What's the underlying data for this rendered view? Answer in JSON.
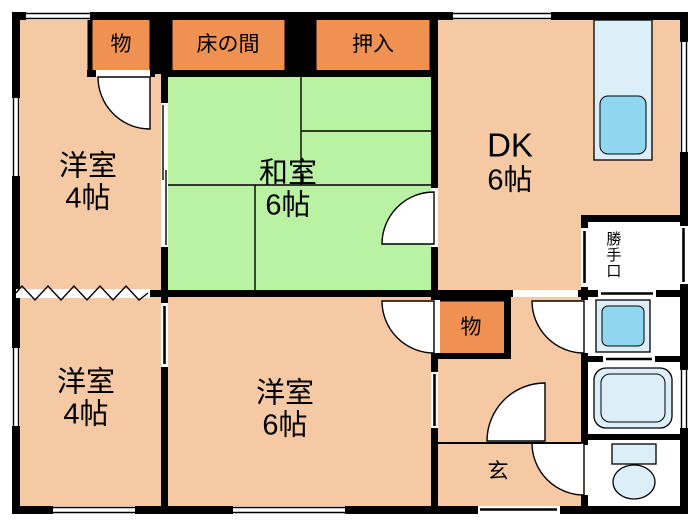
{
  "rooms": {
    "western_top": {
      "name": "洋室",
      "size": "4帖"
    },
    "japanese": {
      "name": "和室",
      "size": "6帖"
    },
    "dk": {
      "name": "DK",
      "size": "6帖"
    },
    "western_bottom_left": {
      "name": "洋室",
      "size": "4帖"
    },
    "western_bottom": {
      "name": "洋室",
      "size": "6帖"
    },
    "entrance": {
      "label": "玄"
    },
    "back_door": {
      "label": "勝手口"
    }
  },
  "closets": {
    "storage_top": {
      "label": "物"
    },
    "tokonoma": {
      "label": "床の間"
    },
    "oshiire": {
      "label": "押入"
    },
    "storage_mid": {
      "label": "物"
    }
  },
  "fixtures": {
    "kitchen_sink": "kitchen-sink",
    "washing_machine": "washing-machine",
    "bathtub": "bathtub",
    "toilet": "toilet"
  },
  "colors": {
    "room_fill": "#f5c9a3",
    "closet_fill": "#ef9251",
    "tatami_fill": "#b9f2a3",
    "fixture_fill": "#dceef8",
    "fixture_accent": "#8fd6f0",
    "wall": "#000000"
  }
}
